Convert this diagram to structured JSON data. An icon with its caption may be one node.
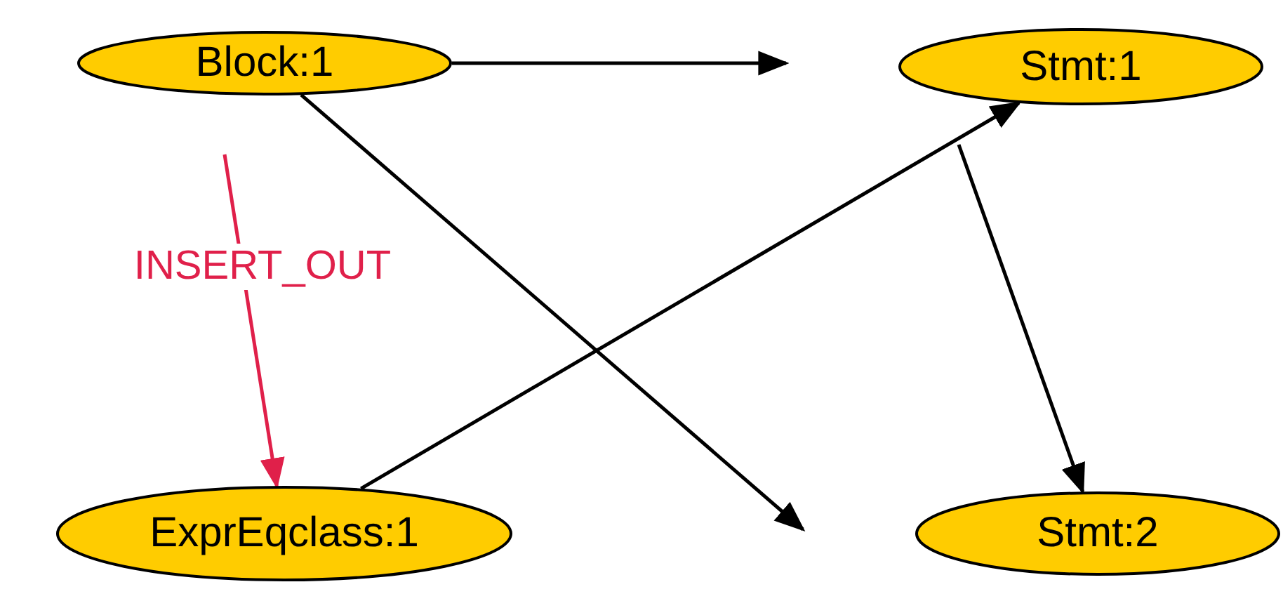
{
  "diagram": {
    "nodes": [
      {
        "text": [
          "Block:1"
        ]
      },
      {
        "text": [
          "Stmt:1"
        ]
      },
      {
        "text": [
          "ExprEqclass:1"
        ]
      },
      {
        "text": [
          "Stmt:2"
        ]
      }
    ],
    "edges": [
      {
        "from": 0,
        "to": null,
        "arrow": "to"
      },
      {
        "from": 0,
        "to": null,
        "arrow": "to"
      },
      {
        "from": 2,
        "to": 1,
        "arrow": "to"
      },
      {
        "from": null,
        "to": 3,
        "arrow": "to"
      },
      {
        "from": null,
        "to": 2,
        "arrow": "to",
        "label": "INSERT_OUT",
        "color": "#e0204a"
      }
    ]
  }
}
